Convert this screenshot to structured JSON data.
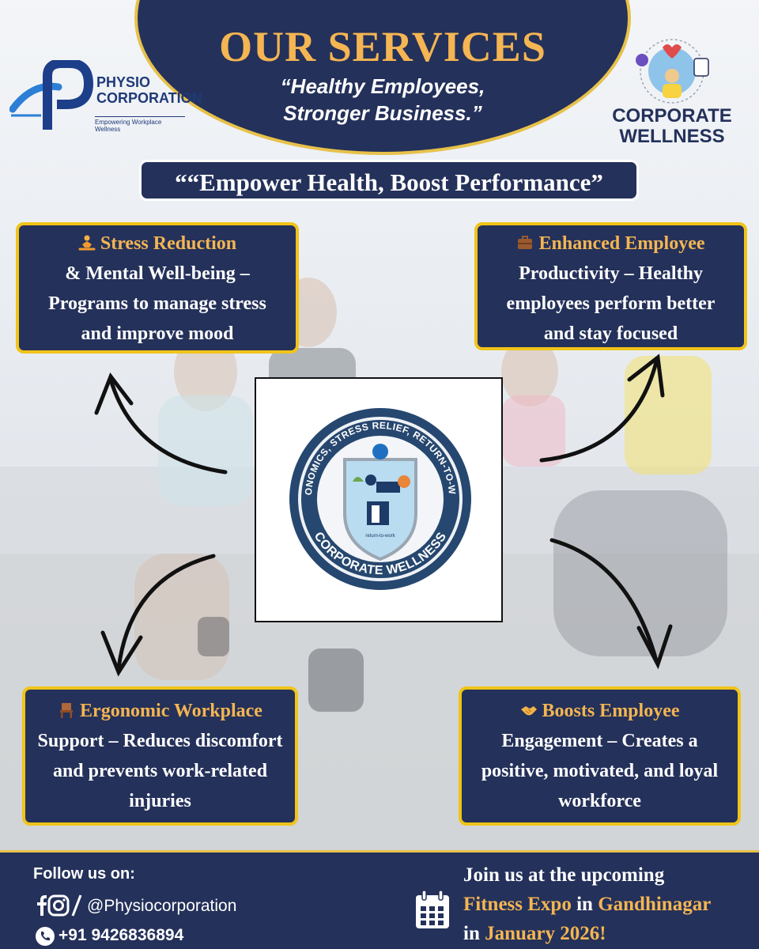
{
  "banner": {
    "title": "OUR SERVICES",
    "subtitle_line1": "“Healthy Employees,",
    "subtitle_line2": "Stronger Business.”"
  },
  "logo_left": {
    "name_line1": "PHYSIO",
    "name_line2": "CORPORATION",
    "tagline": "Empowering Workplace Wellness"
  },
  "logo_right": {
    "line1": "CORPORATE",
    "line2": "WELLNESS"
  },
  "tagline": "““Empower Health, Boost Performance”",
  "services": [
    {
      "icon": "meditation-icon",
      "head": "Stress Reduction",
      "body1": "& Mental Well-being –",
      "body2": "Programs to manage stress",
      "body3": "and improve mood"
    },
    {
      "icon": "briefcase-icon",
      "head": "Enhanced Employee",
      "body1": "Productivity – Healthy",
      "body2": "employees perform better",
      "body3": "and stay focused"
    },
    {
      "icon": "chair-icon",
      "head": "Ergonomic Workplace",
      "body1": "Support – Reduces discomfort",
      "body2": "and prevents work-related",
      "body3": "injuries"
    },
    {
      "icon": "handshake-icon",
      "head": "Boosts Employee",
      "body1": "Engagement – Creates a",
      "body2": "positive, motivated, and loyal",
      "body3": "workforce"
    }
  ],
  "badge": {
    "ring_text": "ERGONOMICS, STRESS RELIEF, RETURN-TO-WORK",
    "bottom_text": "CORPORATE WELLNESS",
    "small_text": "return-to-work"
  },
  "footer": {
    "follow_label": "Follow us on:",
    "handle": "@Physiocorporation",
    "phone": "+91 9426836894",
    "join_line1": "Join us at the upcoming",
    "join_hl1": "Fitness Expo",
    "join_mid": " in ",
    "join_hl2": "Gandhinagar",
    "join_line3_pre": "in ",
    "join_hl3": "January 2026!"
  },
  "colors": {
    "navy": "#24315a",
    "gold": "#f4b552",
    "border_yellow": "#f0c419"
  }
}
